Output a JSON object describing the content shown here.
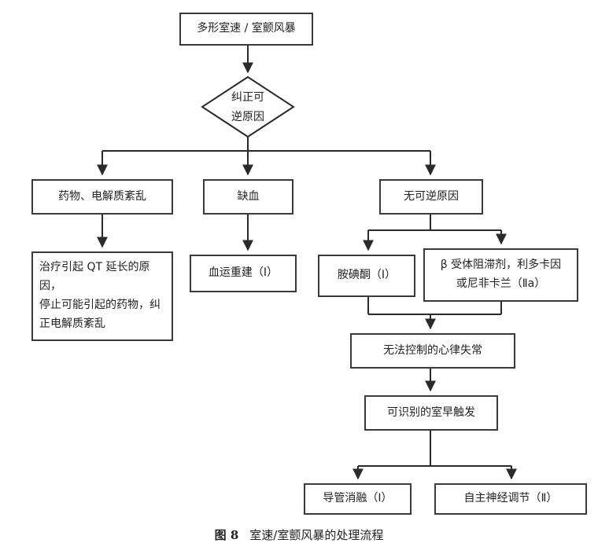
{
  "nodes": {
    "start": "多形室速 / 室颤风暴",
    "decision": "纠正可\n逆原因",
    "drug": "药物、电解质紊乱",
    "ischemia": "缺血",
    "no_reversible": "无可逆原因",
    "qt_treatment": "治疗引起 QT 延长的原因，\n停止可能引起的药物，纠\n正电解质紊乱",
    "revasc": "血运重建（Ⅰ）",
    "amiodarone": "胺碘酮（Ⅰ）",
    "beta_blocker": "β 受体阻滞剂，利多卡因\n或尼非卡兰（Ⅱa）",
    "uncontrolled": "无法控制的心律失常",
    "triggered": "可识别的室早触发",
    "ablation": "导管消融（Ⅰ）",
    "autonomic": "自主神经调节（Ⅱ）"
  },
  "caption": {
    "figure_number": "图 8",
    "title": "室速/室颤风暴的处理流程"
  }
}
